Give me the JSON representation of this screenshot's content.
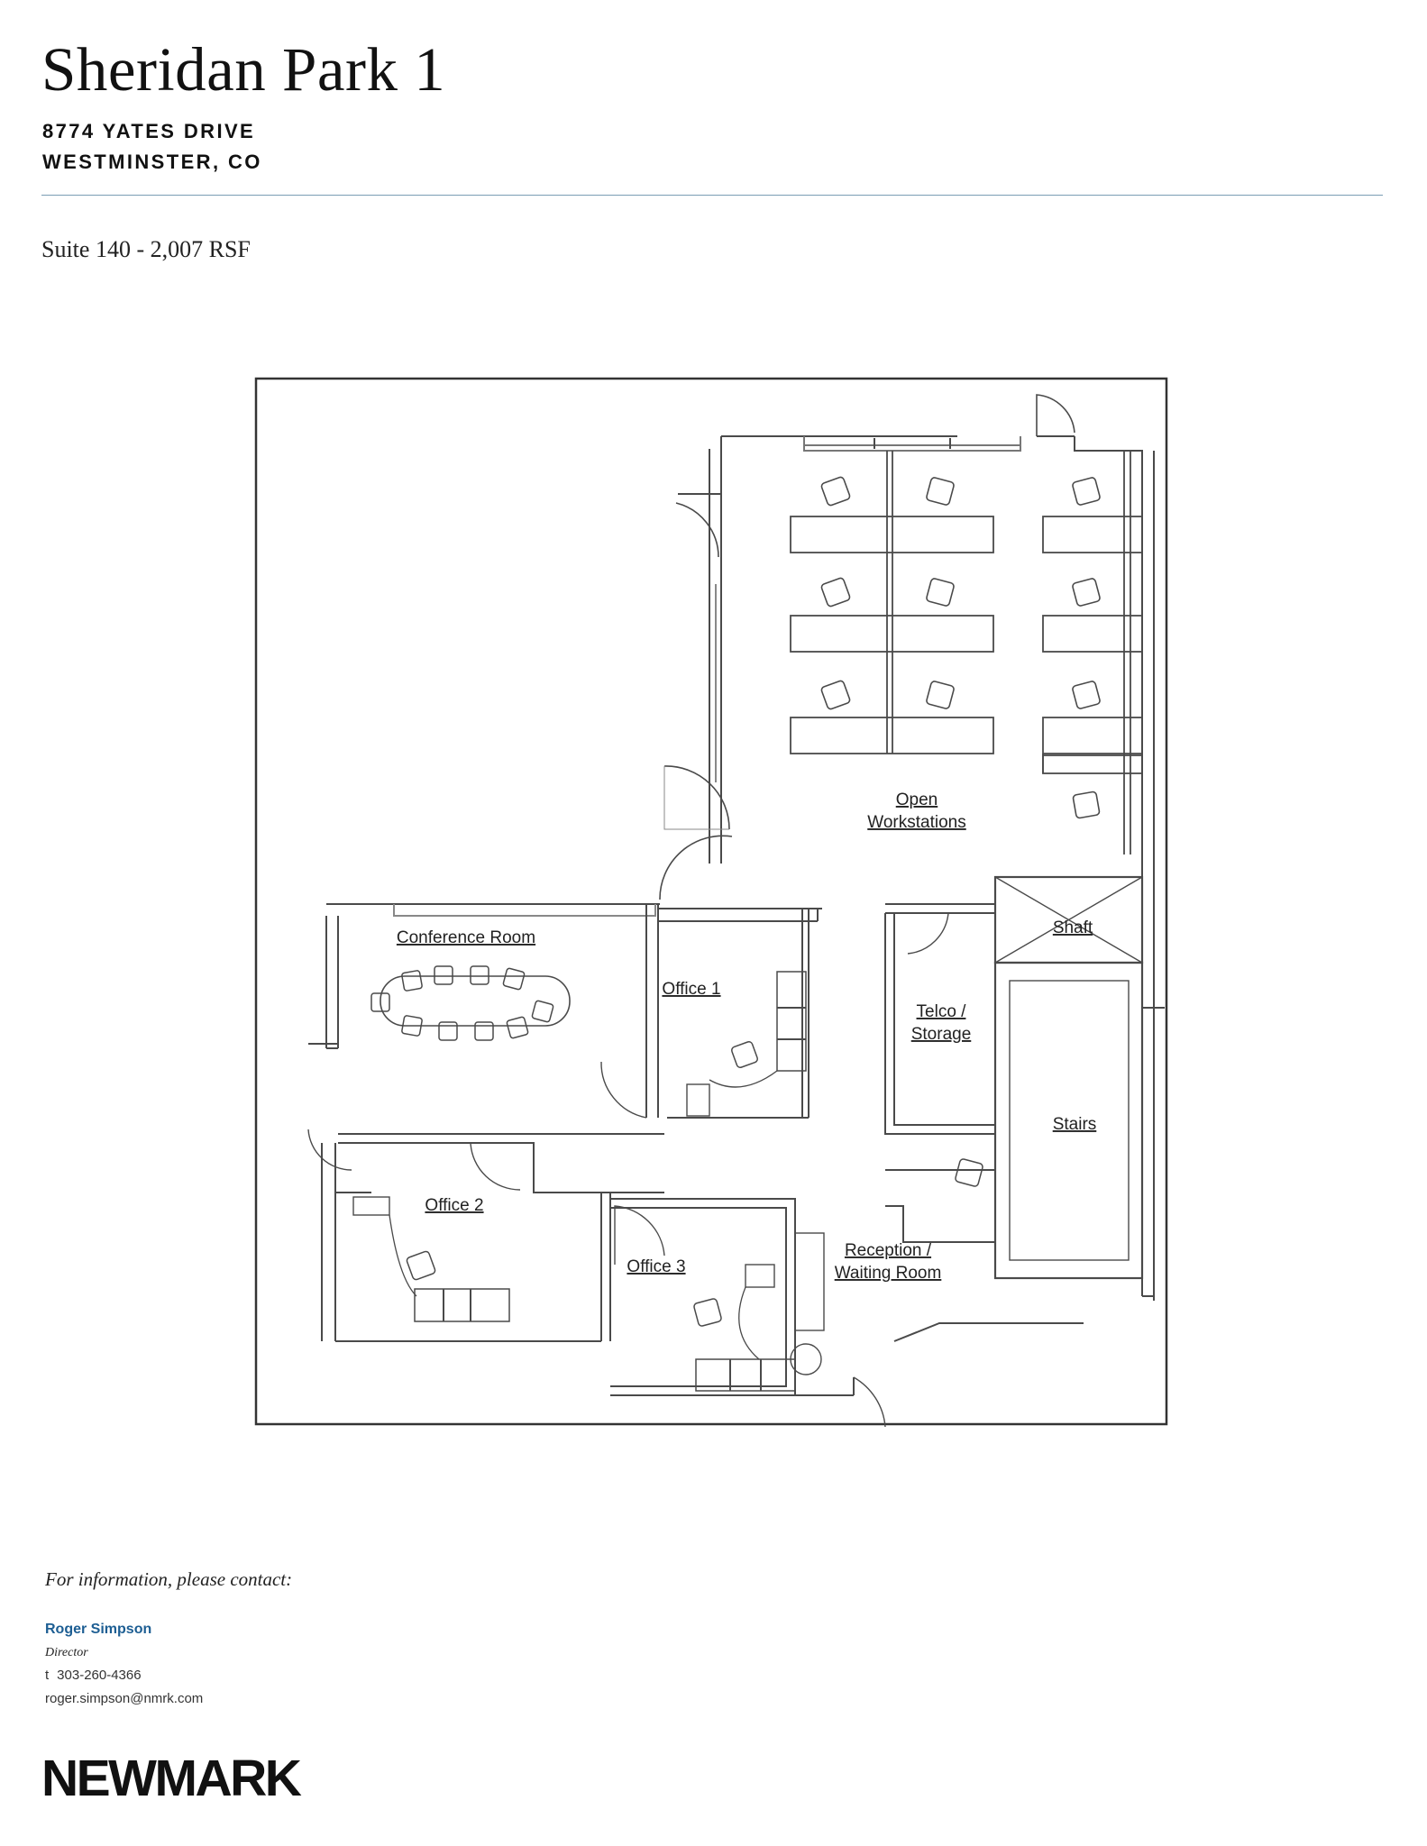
{
  "header": {
    "title": "Sheridan Park 1",
    "address_line1": "8774 YATES DRIVE",
    "address_line2": "WESTMINSTER, CO",
    "suite": "Suite 140 - 2,007 RSF"
  },
  "floor_plan": {
    "rooms": {
      "open_workstations_1": "Open",
      "open_workstations_2": "Workstations",
      "shaft": "Shaft",
      "conference": "Conference Room",
      "office1": "Office 1",
      "telco_1": "Telco /",
      "telco_2": "Storage",
      "stairs": "Stairs",
      "office2": "Office 2",
      "office3": "Office 3",
      "reception_1": "Reception /",
      "reception_2": "Waiting Room"
    }
  },
  "contact": {
    "intro": "For information, please contact:",
    "name": "Roger Simpson",
    "role": "Director",
    "phone_prefix": "t",
    "phone": "303-260-4366",
    "email": "roger.simpson@nmrk.com"
  },
  "brand": {
    "logo_text": "NEWMARK",
    "accent_color": "#1d5e93",
    "rule_color": "#7a9db4"
  }
}
